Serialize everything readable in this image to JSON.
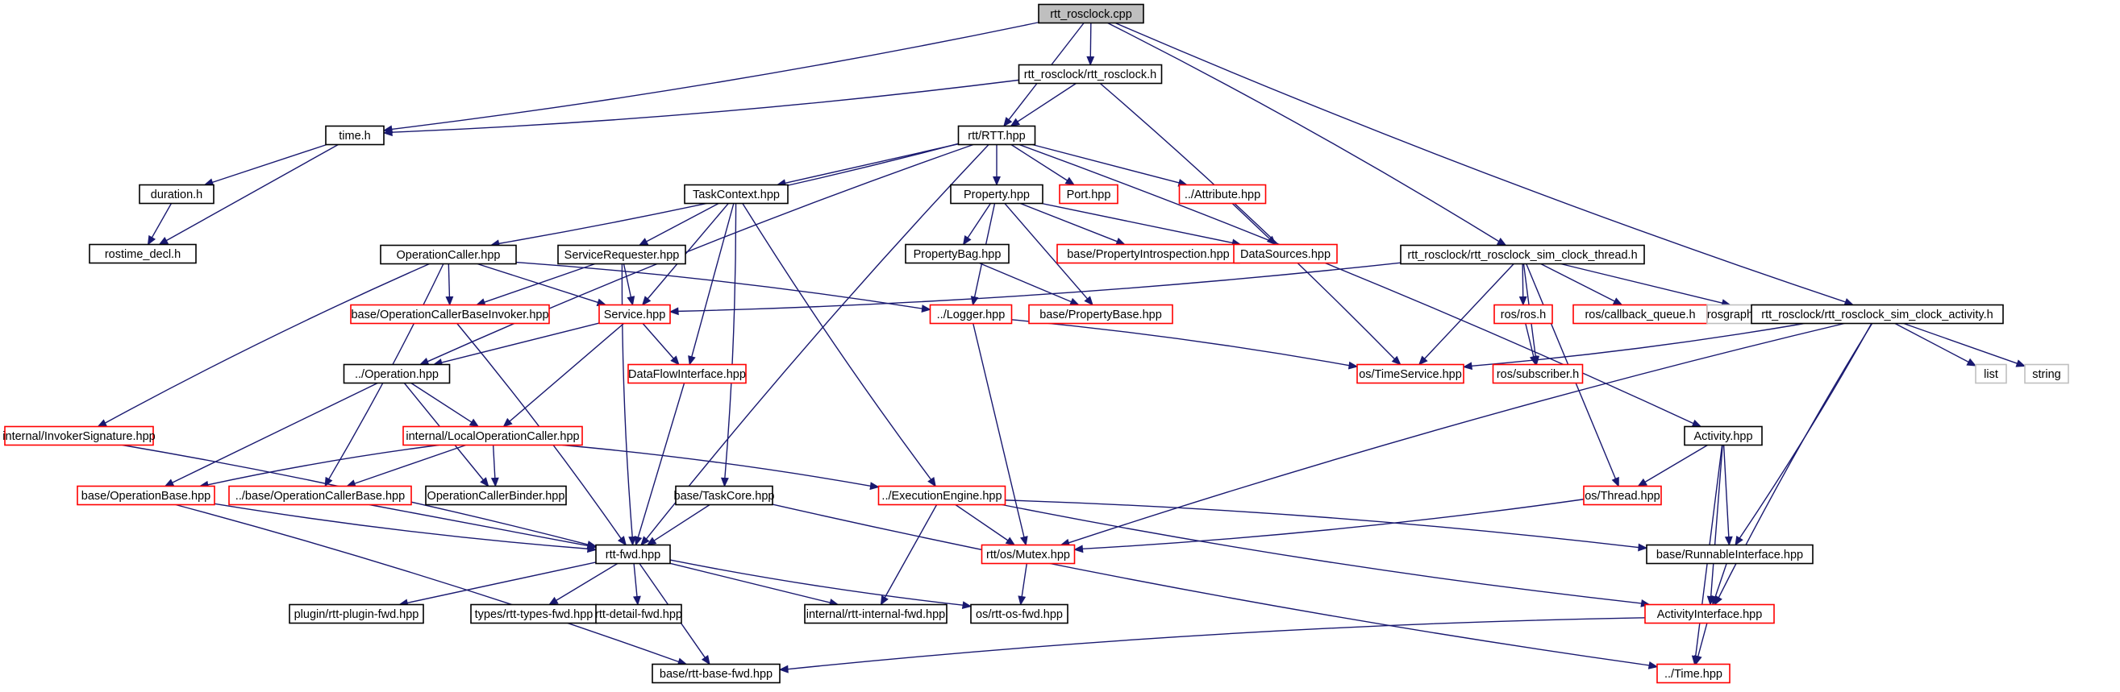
{
  "colors": {
    "edge": "#191970",
    "root_fill": "#bfbfbf",
    "border_documented": "#000000",
    "border_incomplete": "#ff0000",
    "border_external": "#bfbfbf",
    "node_fill": "#ffffff"
  },
  "nodes": [
    {
      "id": "root",
      "label": "rtt_rosclock.cpp",
      "kind": "root"
    },
    {
      "id": "rosclock_h",
      "label": "rtt_rosclock/rtt_rosclock.h",
      "kind": "documented"
    },
    {
      "id": "time_h",
      "label": "time.h",
      "kind": "documented"
    },
    {
      "id": "rtt_hpp",
      "label": "rtt/RTT.hpp",
      "kind": "documented"
    },
    {
      "id": "duration_h",
      "label": "duration.h",
      "kind": "documented"
    },
    {
      "id": "rostime_decl",
      "label": "rostime_decl.h",
      "kind": "documented"
    },
    {
      "id": "taskcontext",
      "label": "TaskContext.hpp",
      "kind": "documented"
    },
    {
      "id": "property",
      "label": "Property.hpp",
      "kind": "documented"
    },
    {
      "id": "port",
      "label": "Port.hpp",
      "kind": "incomplete"
    },
    {
      "id": "attribute",
      "label": "../Attribute.hpp",
      "kind": "incomplete"
    },
    {
      "id": "sim_thread",
      "label": "rtt_rosclock/rtt_rosclock_sim_clock_thread.h",
      "kind": "documented"
    },
    {
      "id": "propertybag",
      "label": "PropertyBag.hpp",
      "kind": "documented"
    },
    {
      "id": "propintro",
      "label": "base/PropertyIntrospection.hpp",
      "kind": "incomplete"
    },
    {
      "id": "datasources",
      "label": "DataSources.hpp",
      "kind": "incomplete"
    },
    {
      "id": "opcaller",
      "label": "OperationCaller.hpp",
      "kind": "documented"
    },
    {
      "id": "servreq",
      "label": "ServiceRequester.hpp",
      "kind": "documented"
    },
    {
      "id": "opcallerinvoker",
      "label": "base/OperationCallerBaseInvoker.hpp",
      "kind": "incomplete"
    },
    {
      "id": "service",
      "label": "Service.hpp",
      "kind": "incomplete"
    },
    {
      "id": "logger",
      "label": "../Logger.hpp",
      "kind": "incomplete"
    },
    {
      "id": "propertybase",
      "label": "base/PropertyBase.hpp",
      "kind": "incomplete"
    },
    {
      "id": "rosros",
      "label": "ros/ros.h",
      "kind": "incomplete"
    },
    {
      "id": "cbqueue",
      "label": "ros/callback_queue.h",
      "kind": "incomplete"
    },
    {
      "id": "clockmsg",
      "label": "rosgraph_msgs/Clock.h",
      "kind": "external"
    },
    {
      "id": "sim_activity",
      "label": "rtt_rosclock/rtt_rosclock_sim_clock_activity.h",
      "kind": "documented"
    },
    {
      "id": "operation",
      "label": "../Operation.hpp",
      "kind": "documented"
    },
    {
      "id": "dataflow",
      "label": "DataFlowInterface.hpp",
      "kind": "incomplete"
    },
    {
      "id": "timeservice",
      "label": "os/TimeService.hpp",
      "kind": "incomplete"
    },
    {
      "id": "subscriber",
      "label": "ros/subscriber.h",
      "kind": "incomplete"
    },
    {
      "id": "list",
      "label": "list",
      "kind": "external"
    },
    {
      "id": "string",
      "label": "string",
      "kind": "external"
    },
    {
      "id": "invoker",
      "label": "internal/InvokerSignature.hpp",
      "kind": "incomplete"
    },
    {
      "id": "localop",
      "label": "internal/LocalOperationCaller.hpp",
      "kind": "incomplete"
    },
    {
      "id": "activity",
      "label": "Activity.hpp",
      "kind": "documented"
    },
    {
      "id": "opbase",
      "label": "base/OperationBase.hpp",
      "kind": "incomplete"
    },
    {
      "id": "opcallerbase",
      "label": "../base/OperationCallerBase.hpp",
      "kind": "incomplete"
    },
    {
      "id": "opbinder",
      "label": "OperationCallerBinder.hpp",
      "kind": "documented"
    },
    {
      "id": "taskcore",
      "label": "base/TaskCore.hpp",
      "kind": "documented"
    },
    {
      "id": "execengine",
      "label": "../ExecutionEngine.hpp",
      "kind": "incomplete"
    },
    {
      "id": "thread",
      "label": "os/Thread.hpp",
      "kind": "incomplete"
    },
    {
      "id": "rttfwd",
      "label": "rtt-fwd.hpp",
      "kind": "documented"
    },
    {
      "id": "mutex",
      "label": "rtt/os/Mutex.hpp",
      "kind": "incomplete"
    },
    {
      "id": "runnable",
      "label": "base/RunnableInterface.hpp",
      "kind": "documented"
    },
    {
      "id": "pluginfwd",
      "label": "plugin/rtt-plugin-fwd.hpp",
      "kind": "documented"
    },
    {
      "id": "typesfwd",
      "label": "types/rtt-types-fwd.hpp",
      "kind": "documented"
    },
    {
      "id": "detailfwd",
      "label": "rtt-detail-fwd.hpp",
      "kind": "documented"
    },
    {
      "id": "internalfwd",
      "label": "internal/rtt-internal-fwd.hpp",
      "kind": "documented"
    },
    {
      "id": "osfwd",
      "label": "os/rtt-os-fwd.hpp",
      "kind": "documented"
    },
    {
      "id": "activityif",
      "label": "ActivityInterface.hpp",
      "kind": "incomplete"
    },
    {
      "id": "basefwd",
      "label": "base/rtt-base-fwd.hpp",
      "kind": "documented"
    },
    {
      "id": "timehpp",
      "label": "../Time.hpp",
      "kind": "incomplete"
    }
  ],
  "edges": [
    [
      "root",
      "rosclock_h"
    ],
    [
      "root",
      "time_h"
    ],
    [
      "root",
      "rtt_hpp"
    ],
    [
      "root",
      "sim_thread"
    ],
    [
      "root",
      "sim_activity"
    ],
    [
      "rosclock_h",
      "time_h"
    ],
    [
      "rosclock_h",
      "rtt_hpp"
    ],
    [
      "rosclock_h",
      "timeservice"
    ],
    [
      "time_h",
      "duration_h"
    ],
    [
      "time_h",
      "rostime_decl"
    ],
    [
      "duration_h",
      "rostime_decl"
    ],
    [
      "rtt_hpp",
      "taskcontext"
    ],
    [
      "rtt_hpp",
      "property"
    ],
    [
      "rtt_hpp",
      "port"
    ],
    [
      "rtt_hpp",
      "attribute"
    ],
    [
      "rtt_hpp",
      "opcaller"
    ],
    [
      "rtt_hpp",
      "operation"
    ],
    [
      "rtt_hpp",
      "activity"
    ],
    [
      "rtt_hpp",
      "rttfwd"
    ],
    [
      "property",
      "propertybag"
    ],
    [
      "property",
      "propintro"
    ],
    [
      "property",
      "datasources"
    ],
    [
      "property",
      "logger"
    ],
    [
      "property",
      "propertybase"
    ],
    [
      "propertybag",
      "propertybase"
    ],
    [
      "attribute",
      "datasources"
    ],
    [
      "taskcontext",
      "servreq"
    ],
    [
      "taskcontext",
      "service"
    ],
    [
      "taskcontext",
      "dataflow"
    ],
    [
      "taskcontext",
      "taskcore"
    ],
    [
      "taskcontext",
      "execengine"
    ],
    [
      "opcaller",
      "opcallerinvoker"
    ],
    [
      "opcaller",
      "service"
    ],
    [
      "opcaller",
      "logger"
    ],
    [
      "opcaller",
      "invoker"
    ],
    [
      "opcaller",
      "opcallerbase"
    ],
    [
      "servreq",
      "opcallerinvoker"
    ],
    [
      "servreq",
      "service"
    ],
    [
      "servreq",
      "rttfwd"
    ],
    [
      "opcallerinvoker",
      "rttfwd"
    ],
    [
      "service",
      "operation"
    ],
    [
      "service",
      "dataflow"
    ],
    [
      "service",
      "localop"
    ],
    [
      "logger",
      "timeservice"
    ],
    [
      "logger",
      "mutex"
    ],
    [
      "sim_thread",
      "service"
    ],
    [
      "sim_thread",
      "timeservice"
    ],
    [
      "sim_thread",
      "rosros"
    ],
    [
      "sim_thread",
      "cbqueue"
    ],
    [
      "sim_thread",
      "clockmsg"
    ],
    [
      "sim_thread",
      "subscriber"
    ],
    [
      "sim_thread",
      "thread"
    ],
    [
      "rosros",
      "subscriber"
    ],
    [
      "sim_activity",
      "timeservice"
    ],
    [
      "sim_activity",
      "list"
    ],
    [
      "sim_activity",
      "string"
    ],
    [
      "sim_activity",
      "mutex"
    ],
    [
      "sim_activity",
      "runnable"
    ],
    [
      "sim_activity",
      "activityif"
    ],
    [
      "operation",
      "localop"
    ],
    [
      "operation",
      "opbase"
    ],
    [
      "operation",
      "opbinder"
    ],
    [
      "dataflow",
      "rttfwd"
    ],
    [
      "invoker",
      "rttfwd"
    ],
    [
      "localop",
      "opbase"
    ],
    [
      "localop",
      "opcallerbase"
    ],
    [
      "localop",
      "opbinder"
    ],
    [
      "localop",
      "execengine"
    ],
    [
      "activity",
      "thread"
    ],
    [
      "activity",
      "runnable"
    ],
    [
      "activity",
      "activityif"
    ],
    [
      "activity",
      "timehpp"
    ],
    [
      "opbase",
      "rttfwd"
    ],
    [
      "opbase",
      "basefwd"
    ],
    [
      "opcallerbase",
      "rttfwd"
    ],
    [
      "taskcore",
      "rttfwd"
    ],
    [
      "taskcore",
      "timehpp"
    ],
    [
      "execengine",
      "mutex"
    ],
    [
      "execengine",
      "internalfwd"
    ],
    [
      "execengine",
      "runnable"
    ],
    [
      "execengine",
      "activityif"
    ],
    [
      "thread",
      "mutex"
    ],
    [
      "rttfwd",
      "pluginfwd"
    ],
    [
      "rttfwd",
      "typesfwd"
    ],
    [
      "rttfwd",
      "detailfwd"
    ],
    [
      "rttfwd",
      "internalfwd"
    ],
    [
      "rttfwd",
      "osfwd"
    ],
    [
      "rttfwd",
      "basefwd"
    ],
    [
      "mutex",
      "osfwd"
    ],
    [
      "runnable",
      "activityif"
    ],
    [
      "activityif",
      "basefwd"
    ],
    [
      "activityif",
      "timehpp"
    ]
  ]
}
